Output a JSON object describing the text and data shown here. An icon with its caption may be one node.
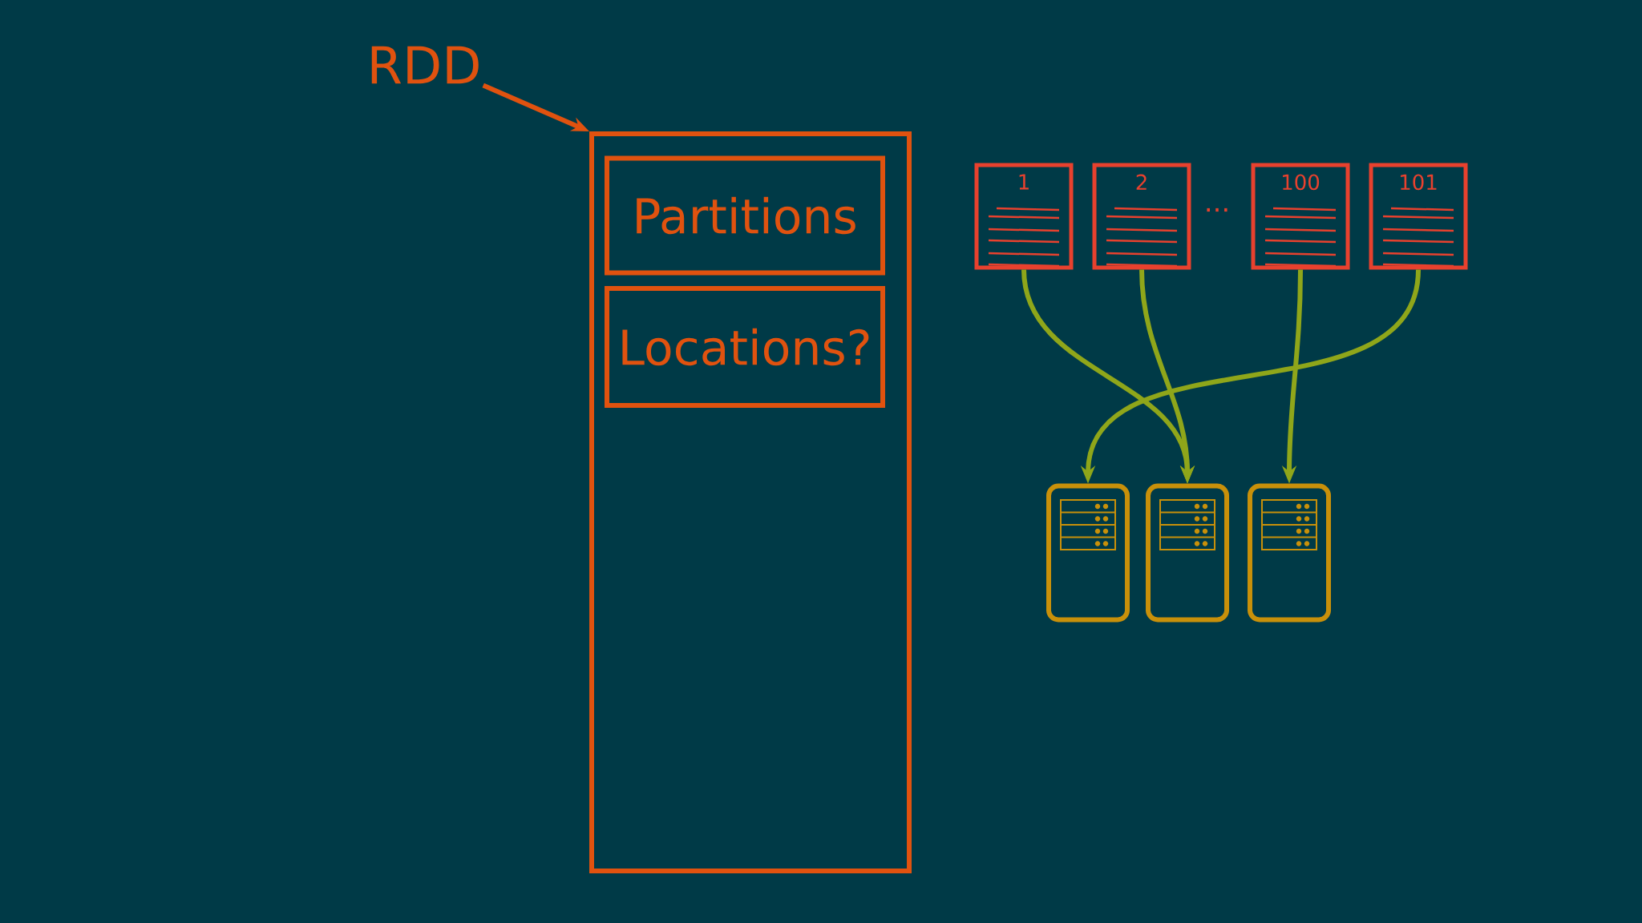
{
  "diagram": {
    "nodes": [
      {
        "text": [
          "RDD"
        ]
      },
      {
        "text": [],
        "shape": "box"
      },
      {
        "text": [
          "Partitions"
        ],
        "in": 1
      },
      {
        "text": [
          "Locations?"
        ],
        "in": 1
      },
      {
        "text": [
          "1"
        ]
      },
      {
        "text": [
          "2"
        ]
      },
      {
        "text": [
          "100"
        ]
      },
      {
        "text": [
          "101"
        ]
      },
      {
        "text": [],
        "shape": "picture"
      },
      {
        "text": [],
        "shape": "picture"
      },
      {
        "text": [],
        "shape": "picture"
      }
    ],
    "edges": [
      {
        "from": 0,
        "to": 1,
        "arrow": "to",
        "color": "#e0520f"
      },
      {
        "from": 4,
        "to": 9,
        "arrow": "to"
      },
      {
        "from": 5,
        "to": 9,
        "arrow": "to"
      },
      {
        "from": 6,
        "to": 10,
        "arrow": "to"
      },
      {
        "from": 7,
        "to": 8,
        "arrow": "to"
      }
    ],
    "labels": [
      "..."
    ]
  }
}
